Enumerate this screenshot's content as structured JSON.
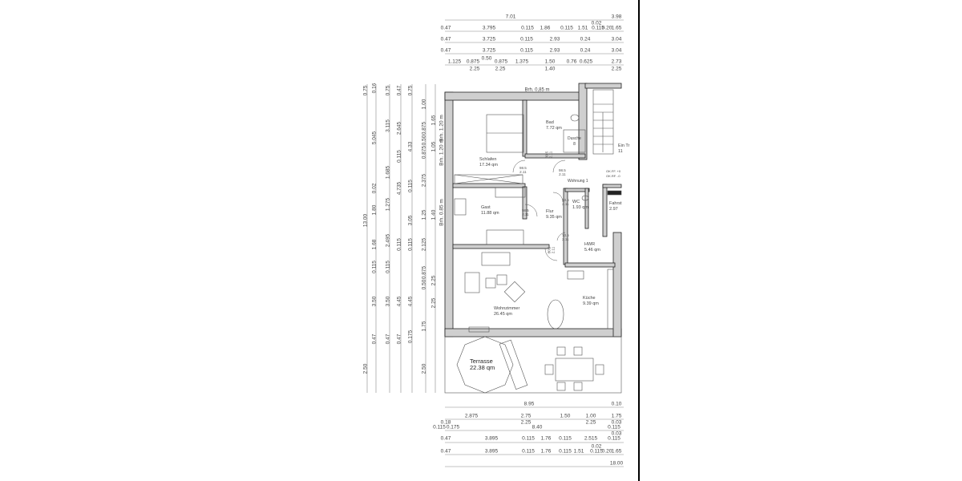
{
  "dimensions": {
    "top": [
      [
        "7.01",
        "3.98"
      ],
      [
        "0.47",
        "3.795",
        "0.115",
        "1.86",
        "0.115",
        "1.51",
        "0.02",
        "0.115",
        "0.20",
        "1.65"
      ],
      [
        "0.47",
        "3.725",
        "0.115",
        "2.93",
        "0.24",
        "3.04"
      ],
      [
        "0.47",
        "3.725",
        "0.115",
        "2.93",
        "0.24",
        "3.04"
      ],
      [
        "1.125",
        "0.875",
        "0.50",
        "0.875",
        "1.375",
        "1.50",
        "0.76",
        "0.625",
        "2.73"
      ],
      [
        "2.25",
        "2.25",
        "1.40",
        "2.25"
      ]
    ],
    "bottom": [
      [
        "8.95",
        "0.10"
      ],
      [
        "2.875",
        "2.75",
        "1.50",
        "1.00",
        "1.75"
      ],
      [
        "2.25",
        "2.25",
        "0.03"
      ],
      [
        "0.18",
        "0.115",
        "0.175",
        "8.40",
        "0.115",
        "0.03"
      ],
      [
        "0.47",
        "3.895",
        "0.115",
        "1.76",
        "0.115",
        "2.515",
        "0.115"
      ],
      [
        "0.02",
        "0.47",
        "3.895",
        "0.115",
        "1.76",
        "0.115",
        "1.51",
        "0.115",
        "0.20",
        "1.65"
      ],
      [
        "18.00"
      ]
    ],
    "left": [
      [
        "0.75",
        "13.00",
        "2.50"
      ],
      [
        "0.16",
        "5.045",
        "0.02",
        "1.80",
        "1.68",
        "0.115",
        "3.50",
        "0.47"
      ],
      [
        "0.75",
        "3.115",
        "1.685",
        "1.275",
        "2.495",
        "0.115",
        "3.50",
        "0.47"
      ],
      [
        "0.47",
        "2.645",
        "0.115",
        "4.735",
        "0.115",
        "4.45",
        "0.47"
      ],
      [
        "0.75",
        "4.33",
        "0.115",
        "3.05",
        "0.115",
        "4.45",
        "0.175"
      ],
      [
        "1.00",
        "0.875",
        "0.50",
        "0.875",
        "2.375",
        "1.25",
        "2.125",
        "0.875",
        "0.50",
        "1.75",
        "2.50"
      ],
      [
        "1.65",
        "1.05",
        "1.40",
        "2.25",
        "2.25"
      ],
      [
        "Brh. 1.20 m",
        "Brh. 1.20 m",
        "Brh. 0.85 m"
      ]
    ]
  },
  "window_note": "Brh. 0,85 m",
  "rooms": [
    {
      "name": "Schlafen",
      "area": "17.34 qm"
    },
    {
      "name": "Bad",
      "area": "7.72 qm"
    },
    {
      "name": "Dusche",
      "area": "8"
    },
    {
      "name": "Gast",
      "area": "11.88 qm"
    },
    {
      "name": "Flur",
      "area": "9.35 qm"
    },
    {
      "name": "WC",
      "area": "1.93 qm"
    },
    {
      "name": "HWR",
      "area": "5.46 qm"
    },
    {
      "name": "Küche",
      "area": "9.39 qm"
    },
    {
      "name": "Wohnzimmer",
      "area": "26.45 qm"
    },
    {
      "name": "Terrasse",
      "area": "22.38 qm"
    },
    {
      "name": "Fahrst",
      "area": "2.97"
    },
    {
      "name": "Ein Tr",
      "area": "11"
    }
  ],
  "door_tags": [
    {
      "w": "98.5",
      "h": "2.11"
    },
    {
      "w": "98.5",
      "h": "2.11"
    },
    {
      "w": "98.5",
      "h": "2.11"
    },
    {
      "w": "73.5",
      "h": "2.11"
    },
    {
      "w": "73.5",
      "h": "2.11"
    },
    {
      "w": "80.5",
      "h": "2.11"
    },
    {
      "w": "80.5",
      "h": "2.11"
    }
  ],
  "annotations": {
    "apartment": "Wohnung 1",
    "level_ff": "OK.FF. +0",
    "level_rf": "OK.RF. -0"
  }
}
